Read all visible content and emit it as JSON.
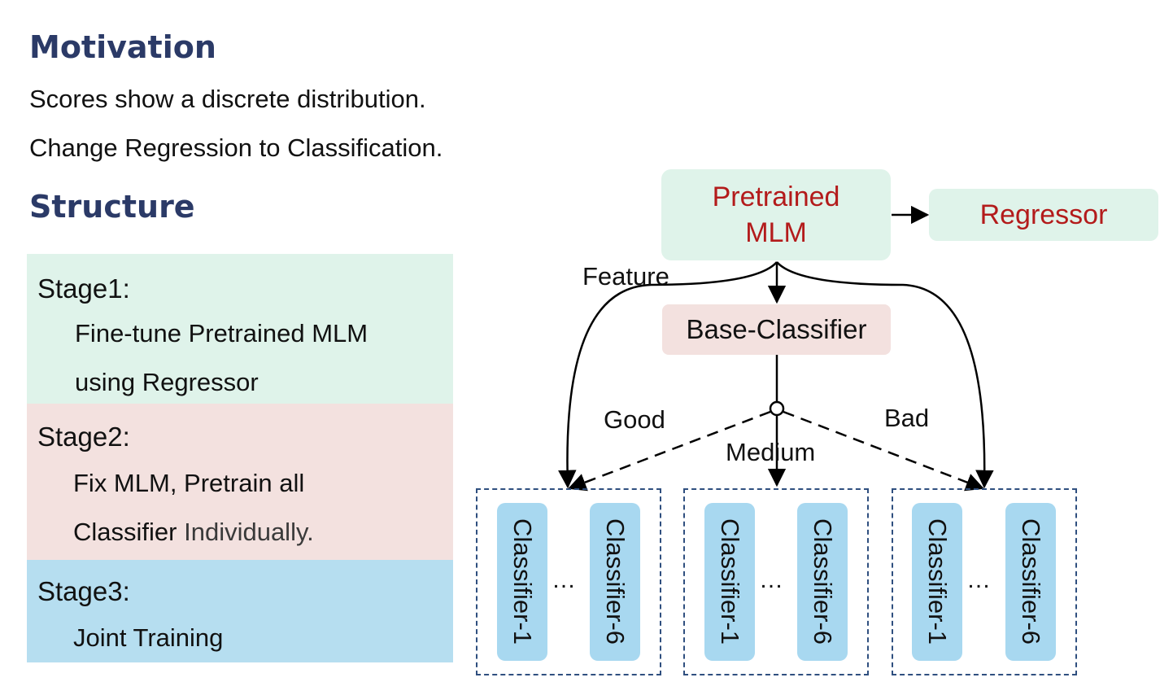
{
  "motivation": {
    "heading": "Motivation",
    "lines": [
      "Scores show a discrete distribution.",
      "Change Regression to Classification."
    ]
  },
  "structure": {
    "heading": "Structure",
    "stages": [
      {
        "title": "Stage1:",
        "lines": [
          "Fine-tune Pretrained MLM",
          "using Regressor"
        ],
        "color": "#dff3ea"
      },
      {
        "title": "Stage2:",
        "lines": [
          "Fix MLM, Pretrain all",
          "Classifier",
          "Individually."
        ],
        "color": "#f3e1df"
      },
      {
        "title": "Stage3:",
        "lines": [
          "Joint Training"
        ],
        "color": "#b6def0"
      }
    ]
  },
  "diagram": {
    "pretrained_mlm": [
      "Pretrained",
      "MLM"
    ],
    "regressor": "Regressor",
    "base_classifier": "Base-Classifier",
    "edge_labels": {
      "feature": "Feature",
      "good": "Good",
      "medium": "Medium",
      "bad": "Bad"
    },
    "groups": [
      {
        "first": "Classifier-1",
        "ellipsis": "…",
        "last": "Classifier-6"
      },
      {
        "first": "Classifier-1",
        "ellipsis": "…",
        "last": "Classifier-6"
      },
      {
        "first": "Classifier-1",
        "ellipsis": "…",
        "last": "Classifier-6"
      }
    ],
    "colors": {
      "mlm_fill": "#dff3ea",
      "base_fill": "#f3e1df",
      "classifier_fill": "#a8d8f0",
      "group_border": "#2f4f7f",
      "label_red": "#b31b1b",
      "heading": "#2b3a67"
    }
  }
}
